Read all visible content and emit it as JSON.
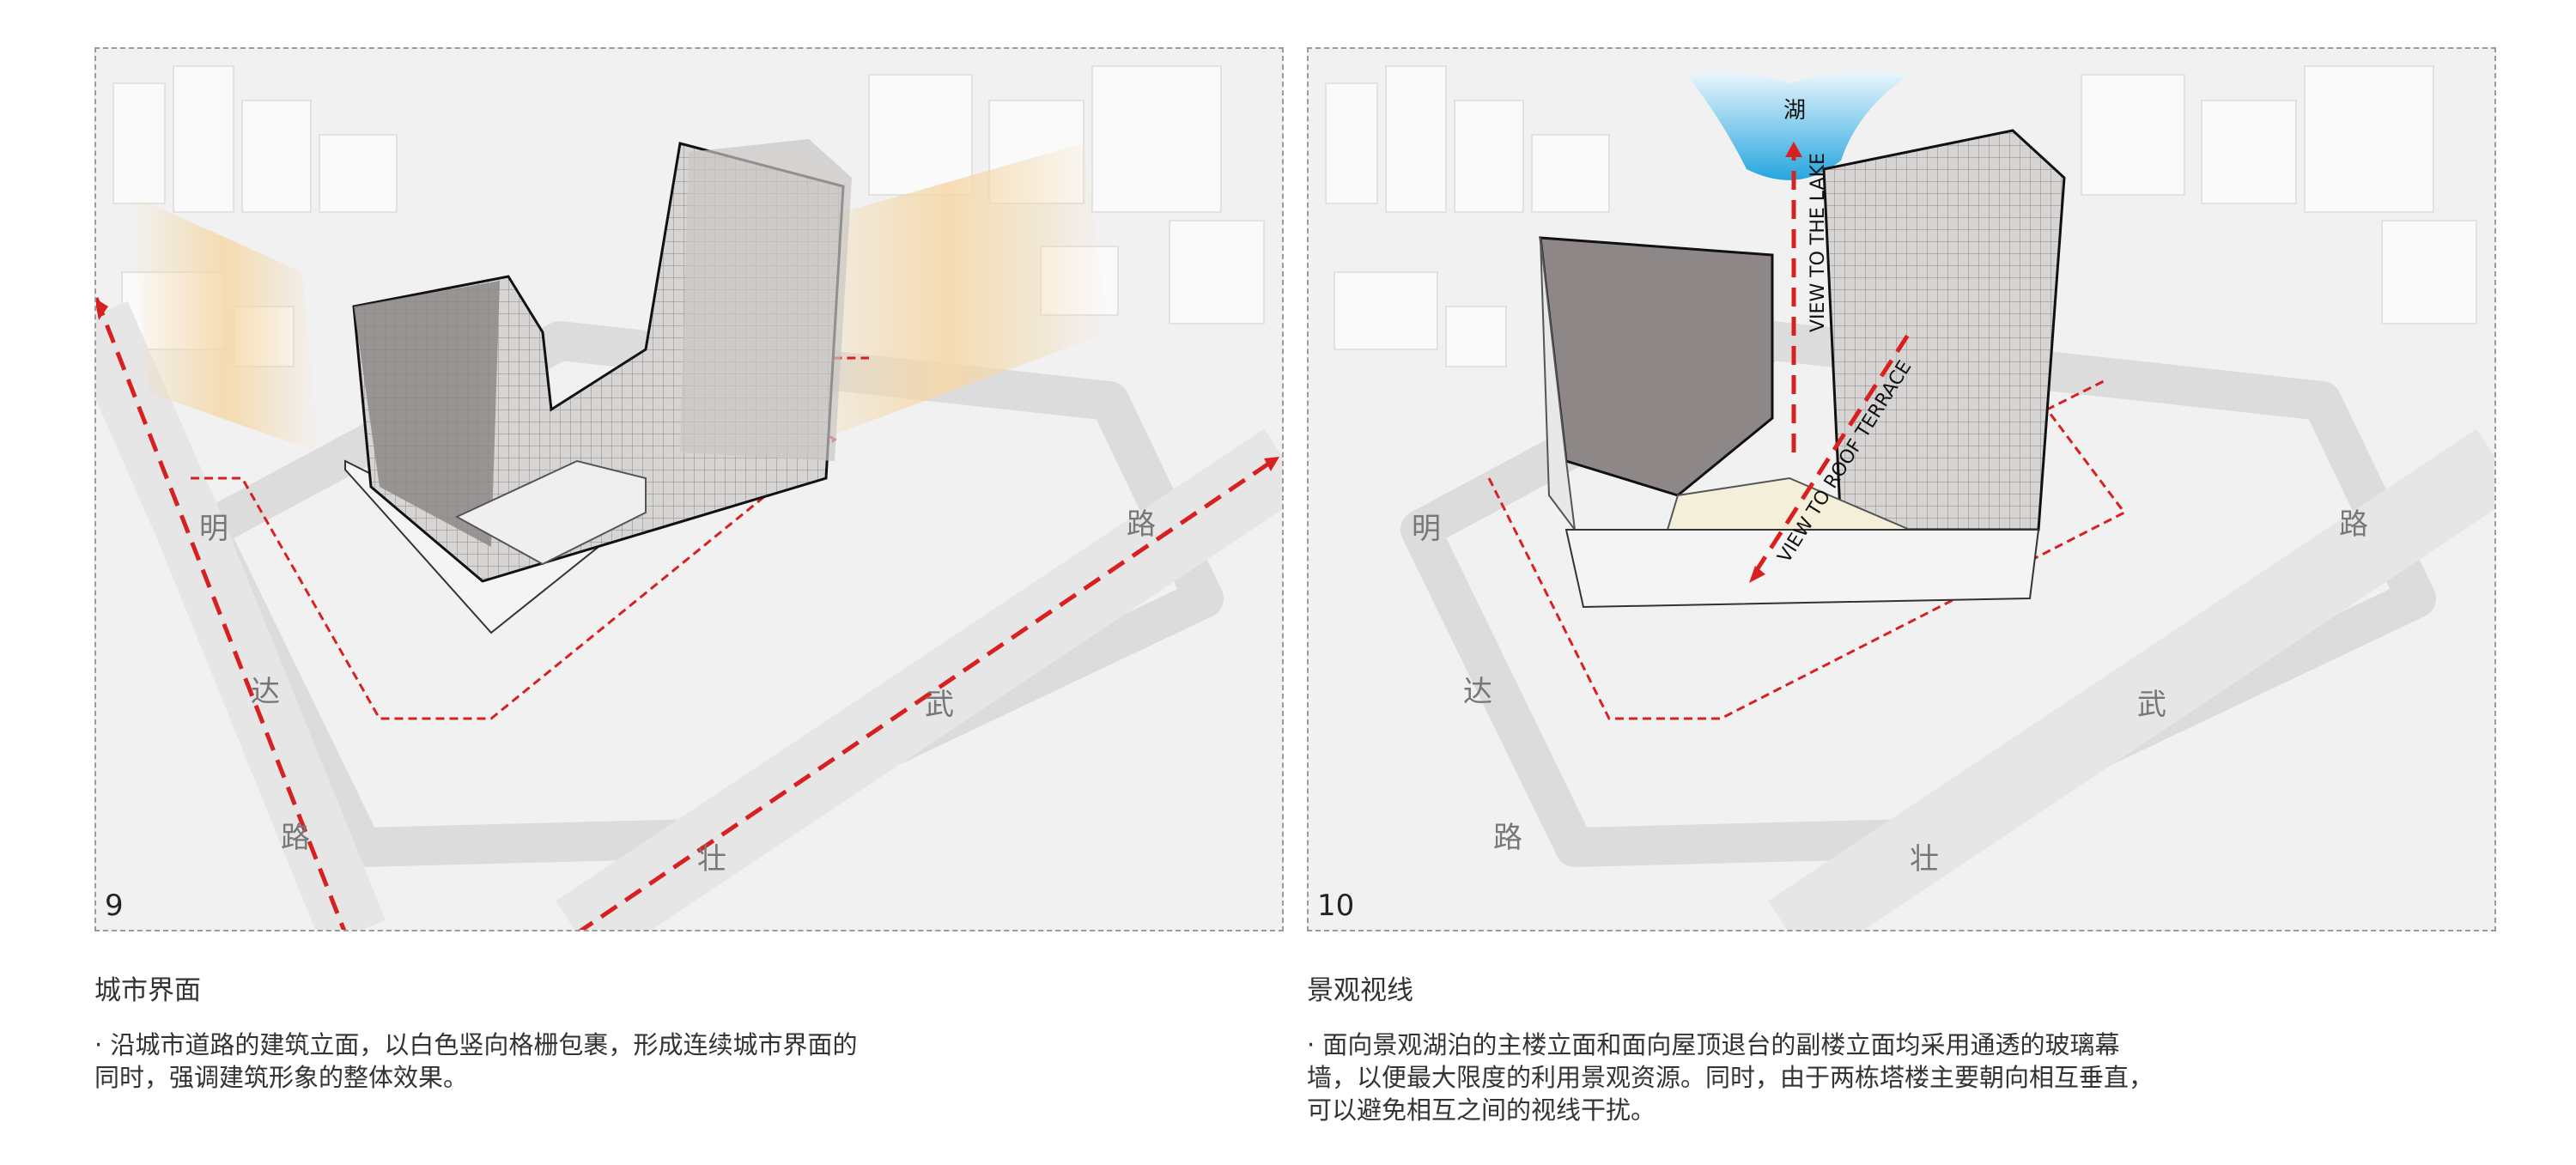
{
  "panels": [
    {
      "number": "9",
      "road_labels": [
        "明",
        "达",
        "路",
        "武",
        "壮",
        "路"
      ],
      "title": "城市界面",
      "body_lines": [
        "· 沿城市道路的建筑立面，以白色竖向格栅包裹，形成连续城市界面的",
        "同时，强调建筑形象的整体效果。"
      ]
    },
    {
      "number": "10",
      "road_labels": [
        "明",
        "达",
        "路",
        "武",
        "壮",
        "路"
      ],
      "lake_label": "湖",
      "view_labels": [
        "VIEW TO THE LAKE",
        "VIEW TO ROOF TERRACE"
      ],
      "title": "景观视线",
      "body_lines": [
        "· 面向景观湖泊的主楼立面和面向屋顶退台的副楼立面均采用通透的玻璃幕",
        "墙，以便最大限度的利用景观资源。同时，由于两栋塔楼主要朝向相互垂直，",
        "可以避免相互之间的视线干扰。"
      ]
    }
  ],
  "colors": {
    "red_line": "#d92020",
    "facade_dark": "#8a8584",
    "facade_light": "#d8d6d4",
    "road": "#e3e3e3",
    "lake": "#25a6df",
    "glow": "#f5d7a6"
  }
}
